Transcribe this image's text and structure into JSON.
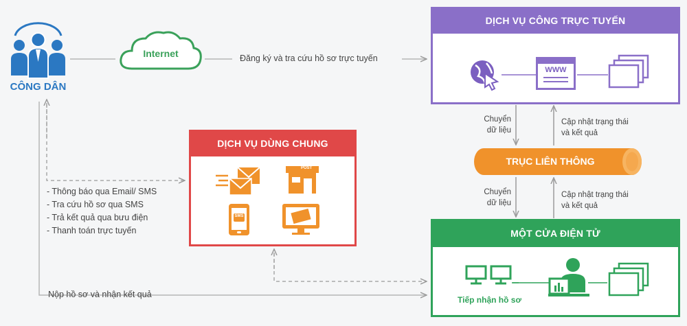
{
  "citizen": {
    "label": "CÔNG DÂN"
  },
  "internet": {
    "label": "Internet"
  },
  "online_flow_label": "Đăng ký và tra cứu hồ sơ trực tuyến",
  "online_service": {
    "title": "DỊCH VỤ CÔNG TRỰC TUYẾN",
    "www_label": "WWW"
  },
  "shared_service": {
    "title": "DỊCH VỤ DÙNG CHUNG",
    "post_label": "POST",
    "sms_label": "SMS"
  },
  "bus": {
    "label": "TRỤC LIÊN THÔNG"
  },
  "transfer": {
    "label_line1": "Chuyển",
    "label_line2": "dữ liệu"
  },
  "update": {
    "label_line1": "Cập nhật trạng thái",
    "label_line2": "và kết quả"
  },
  "one_stop": {
    "title": "MỘT CỬA ĐIỆN TỬ",
    "reception_label": "Tiếp nhận hồ sơ"
  },
  "shared_features": [
    "- Thông báo qua Email/ SMS",
    "- Tra cứu hồ sơ qua SMS",
    "- Trả kết quả qua bưu điện",
    "- Thanh toán trực tuyến"
  ],
  "submit_label": "Nộp hồ sơ và nhận kết quả",
  "colors": {
    "purple": "#8a6fc8",
    "red": "#e04848",
    "orange": "#f0922b",
    "green": "#2fa35a",
    "blue": "#2b78c2"
  }
}
